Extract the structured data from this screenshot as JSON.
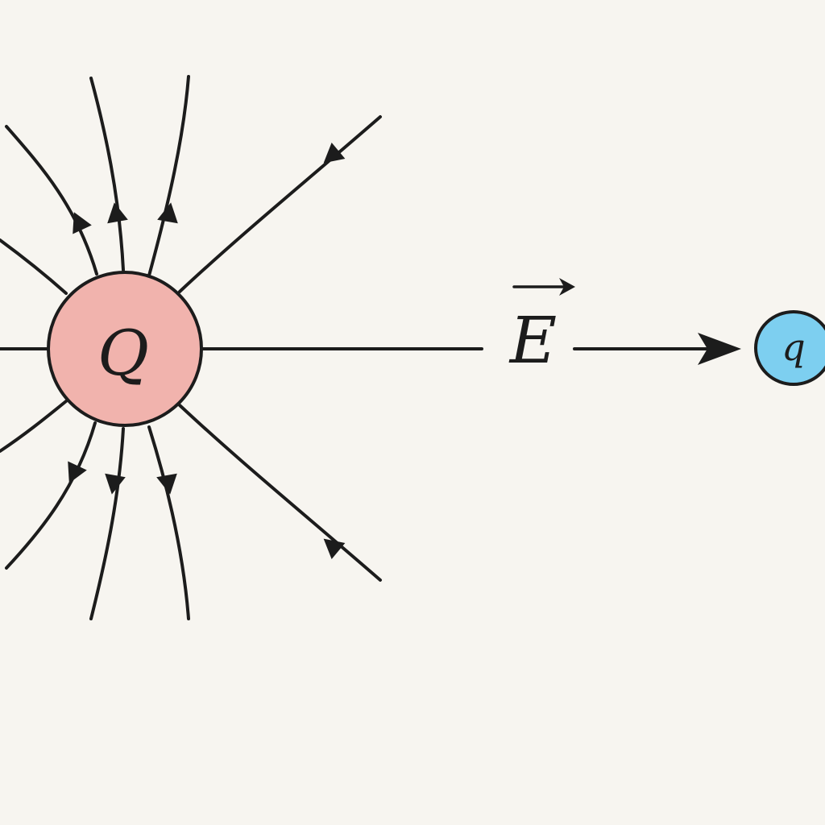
{
  "source_charge": {
    "label": "Q",
    "fill": "#f1b3ad"
  },
  "test_charge": {
    "label": "q",
    "fill": "#7dcff0"
  },
  "field": {
    "label": "E"
  },
  "colors": {
    "ink": "#1c1c1c",
    "background": "#f7f5f0"
  }
}
